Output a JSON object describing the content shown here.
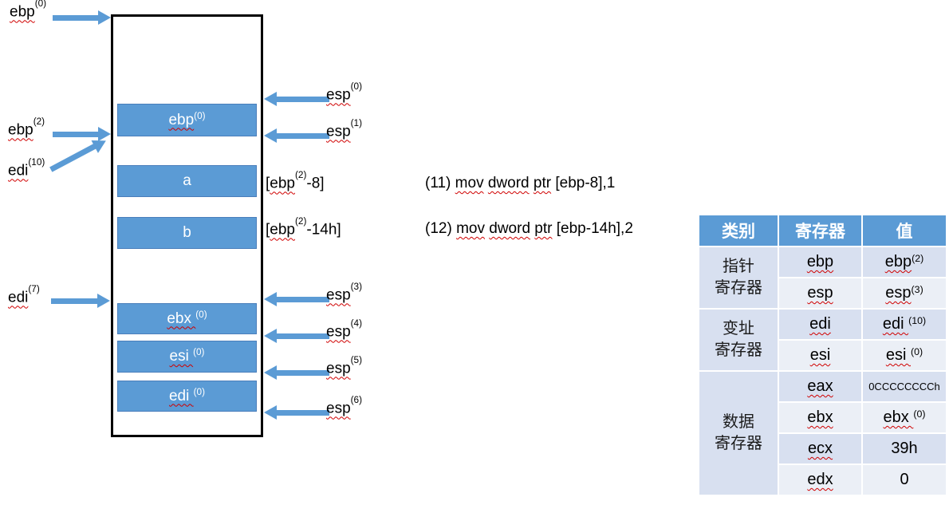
{
  "colors": {
    "accent": "#5b9bd5",
    "band_dark": "#d8e0f0",
    "band_light": "#ebeff6"
  },
  "diagram": {
    "left_labels": [
      {
        "base": "ebp",
        "sup": "(0)"
      },
      {
        "base": "ebp",
        "sup": "(2)"
      },
      {
        "base": "edi",
        "sup": "(10)"
      },
      {
        "base": "edi",
        "sup": "(7)"
      }
    ],
    "stack_cells": [
      {
        "base": "ebp",
        "sup": "(0)"
      },
      {
        "base": "a",
        "sup": ""
      },
      {
        "base": "b",
        "sup": ""
      },
      {
        "base": "ebx ",
        "sup": "(0)"
      },
      {
        "base": "esi ",
        "sup": "(0)"
      },
      {
        "base": "edi ",
        "sup": "(0)"
      }
    ],
    "esp_labels": [
      {
        "base": "esp",
        "sup": "(0)"
      },
      {
        "base": "esp",
        "sup": "(1)"
      },
      {
        "base": "esp",
        "sup": "(3)"
      },
      {
        "base": "esp",
        "sup": "(4)"
      },
      {
        "base": "esp",
        "sup": "(5)"
      },
      {
        "base": "esp",
        "sup": "(6)"
      }
    ],
    "address_labels": [
      {
        "open": "[",
        "base": "ebp",
        "sup": "(2)",
        "rest": "-8]"
      },
      {
        "open": "[",
        "base": "ebp",
        "sup": "(2)",
        "rest": "-14h]"
      }
    ]
  },
  "instructions": [
    {
      "num": "(11)",
      "w1": "mov",
      "w2": "dword",
      "w3": "ptr",
      "rest": "[ebp-8],1"
    },
    {
      "num": "(12)",
      "w1": "mov",
      "w2": "dword",
      "w3": "ptr",
      "rest": "[ebp-14h],2"
    }
  ],
  "table": {
    "headers": [
      "类别",
      "寄存器",
      "值"
    ],
    "groups": [
      {
        "category_line1": "指针",
        "category_line2": "寄存器",
        "rows": [
          {
            "reg": "ebp",
            "val": "ebp",
            "val_sup": "(2)"
          },
          {
            "reg": "esp",
            "val": "esp",
            "val_sup": "(3)"
          }
        ]
      },
      {
        "category_line1": "变址",
        "category_line2": "寄存器",
        "rows": [
          {
            "reg": "edi",
            "val": "edi ",
            "val_sup": "(10)"
          },
          {
            "reg": "esi",
            "val": "esi ",
            "val_sup": "(0)"
          }
        ]
      },
      {
        "category_line1": "数据",
        "category_line2": "寄存器",
        "rows": [
          {
            "reg": "eax",
            "val": "0CCCCCCCCh",
            "val_sup": ""
          },
          {
            "reg": "ebx",
            "val": "ebx ",
            "val_sup": "(0)"
          },
          {
            "reg": "ecx",
            "val": "39h",
            "val_sup": ""
          },
          {
            "reg": "edx",
            "val": "0",
            "val_sup": ""
          }
        ]
      }
    ]
  }
}
